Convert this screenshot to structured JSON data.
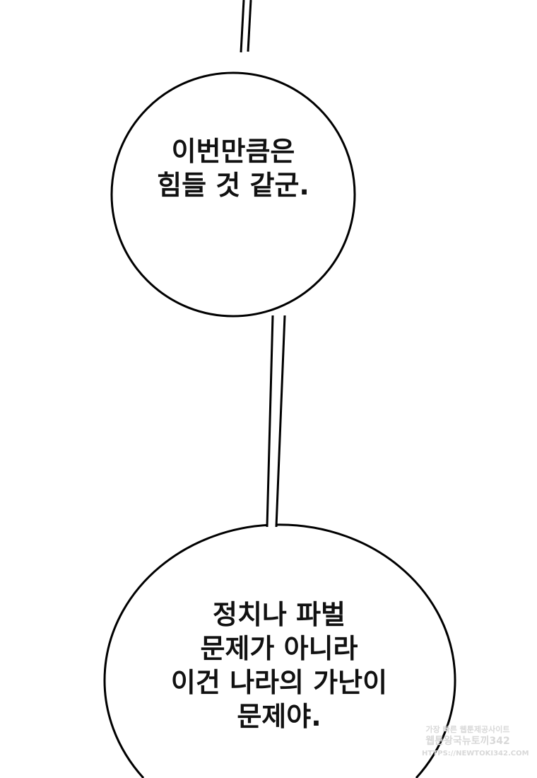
{
  "bubbles": [
    {
      "lines": [
        "이번만큼은",
        "힘들 것 같군."
      ]
    },
    {
      "lines": [
        "정치나 파벌",
        "문제가 아니라",
        "이건 나라의 가난이",
        "문제야."
      ]
    }
  ],
  "watermark": {
    "line1": "가장 빠른 웹툰제공사이트",
    "line2": "웹툰왕국뉴토끼342",
    "line3": "HTTPS://NEWTOKI342.COM"
  }
}
